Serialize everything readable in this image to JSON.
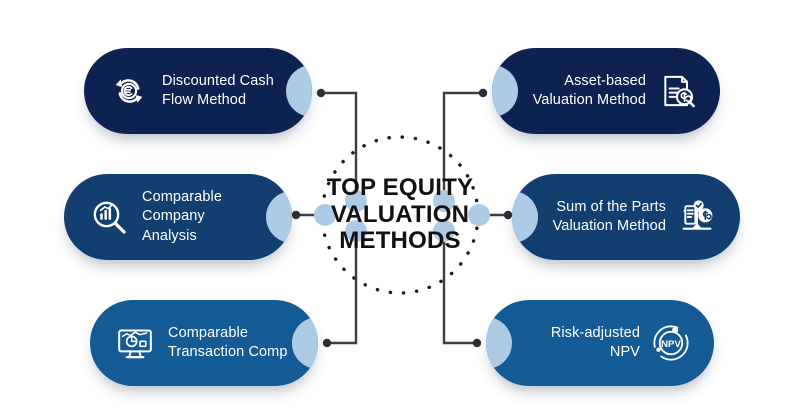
{
  "diagram": {
    "title_lines": [
      "TOP EQUITY",
      "VALUATION",
      "METHODS"
    ],
    "title_text": "TOP EQUITY VALUATION METHODS",
    "background_color": "#ffffff",
    "title_color": "#111111",
    "dotted_ring_color": "#1a1a1a",
    "connector_color": "#3a3f46",
    "hub_dot_color": "#aecbe6",
    "bump_color": "#aecbe6"
  },
  "nodes": [
    {
      "id": "dcf",
      "label": "Discounted Cash\nFlow Method",
      "icon": "euro-cycle-arrows-icon",
      "side": "left",
      "row": "top",
      "color": "#0d2250",
      "tone": "tone-dark"
    },
    {
      "id": "asset",
      "label": "Asset-based\nValuation Method",
      "icon": "document-magnifier-dollar-icon",
      "side": "right",
      "row": "top",
      "color": "#0d2250",
      "tone": "tone-dark"
    },
    {
      "id": "cca",
      "label": "Comparable\nCompany Analysis",
      "icon": "magnifier-bar-chart-icon",
      "side": "left",
      "row": "middle",
      "color": "#123e70",
      "tone": "tone-mid"
    },
    {
      "id": "sotp",
      "label": "Sum of the Parts\nValuation Method",
      "icon": "balance-scale-dollar-icon",
      "side": "right",
      "row": "middle",
      "color": "#123e70",
      "tone": "tone-mid"
    },
    {
      "id": "ctc",
      "label": "Comparable\nTransaction Comp",
      "icon": "monitor-analytics-icon",
      "side": "left",
      "row": "bottom",
      "color": "#145a94",
      "tone": "tone-bright"
    },
    {
      "id": "npv",
      "label": "Risk-adjusted NPV",
      "icon": "npv-orbit-icon",
      "side": "right",
      "row": "bottom",
      "color": "#145a94",
      "tone": "tone-bright"
    }
  ]
}
